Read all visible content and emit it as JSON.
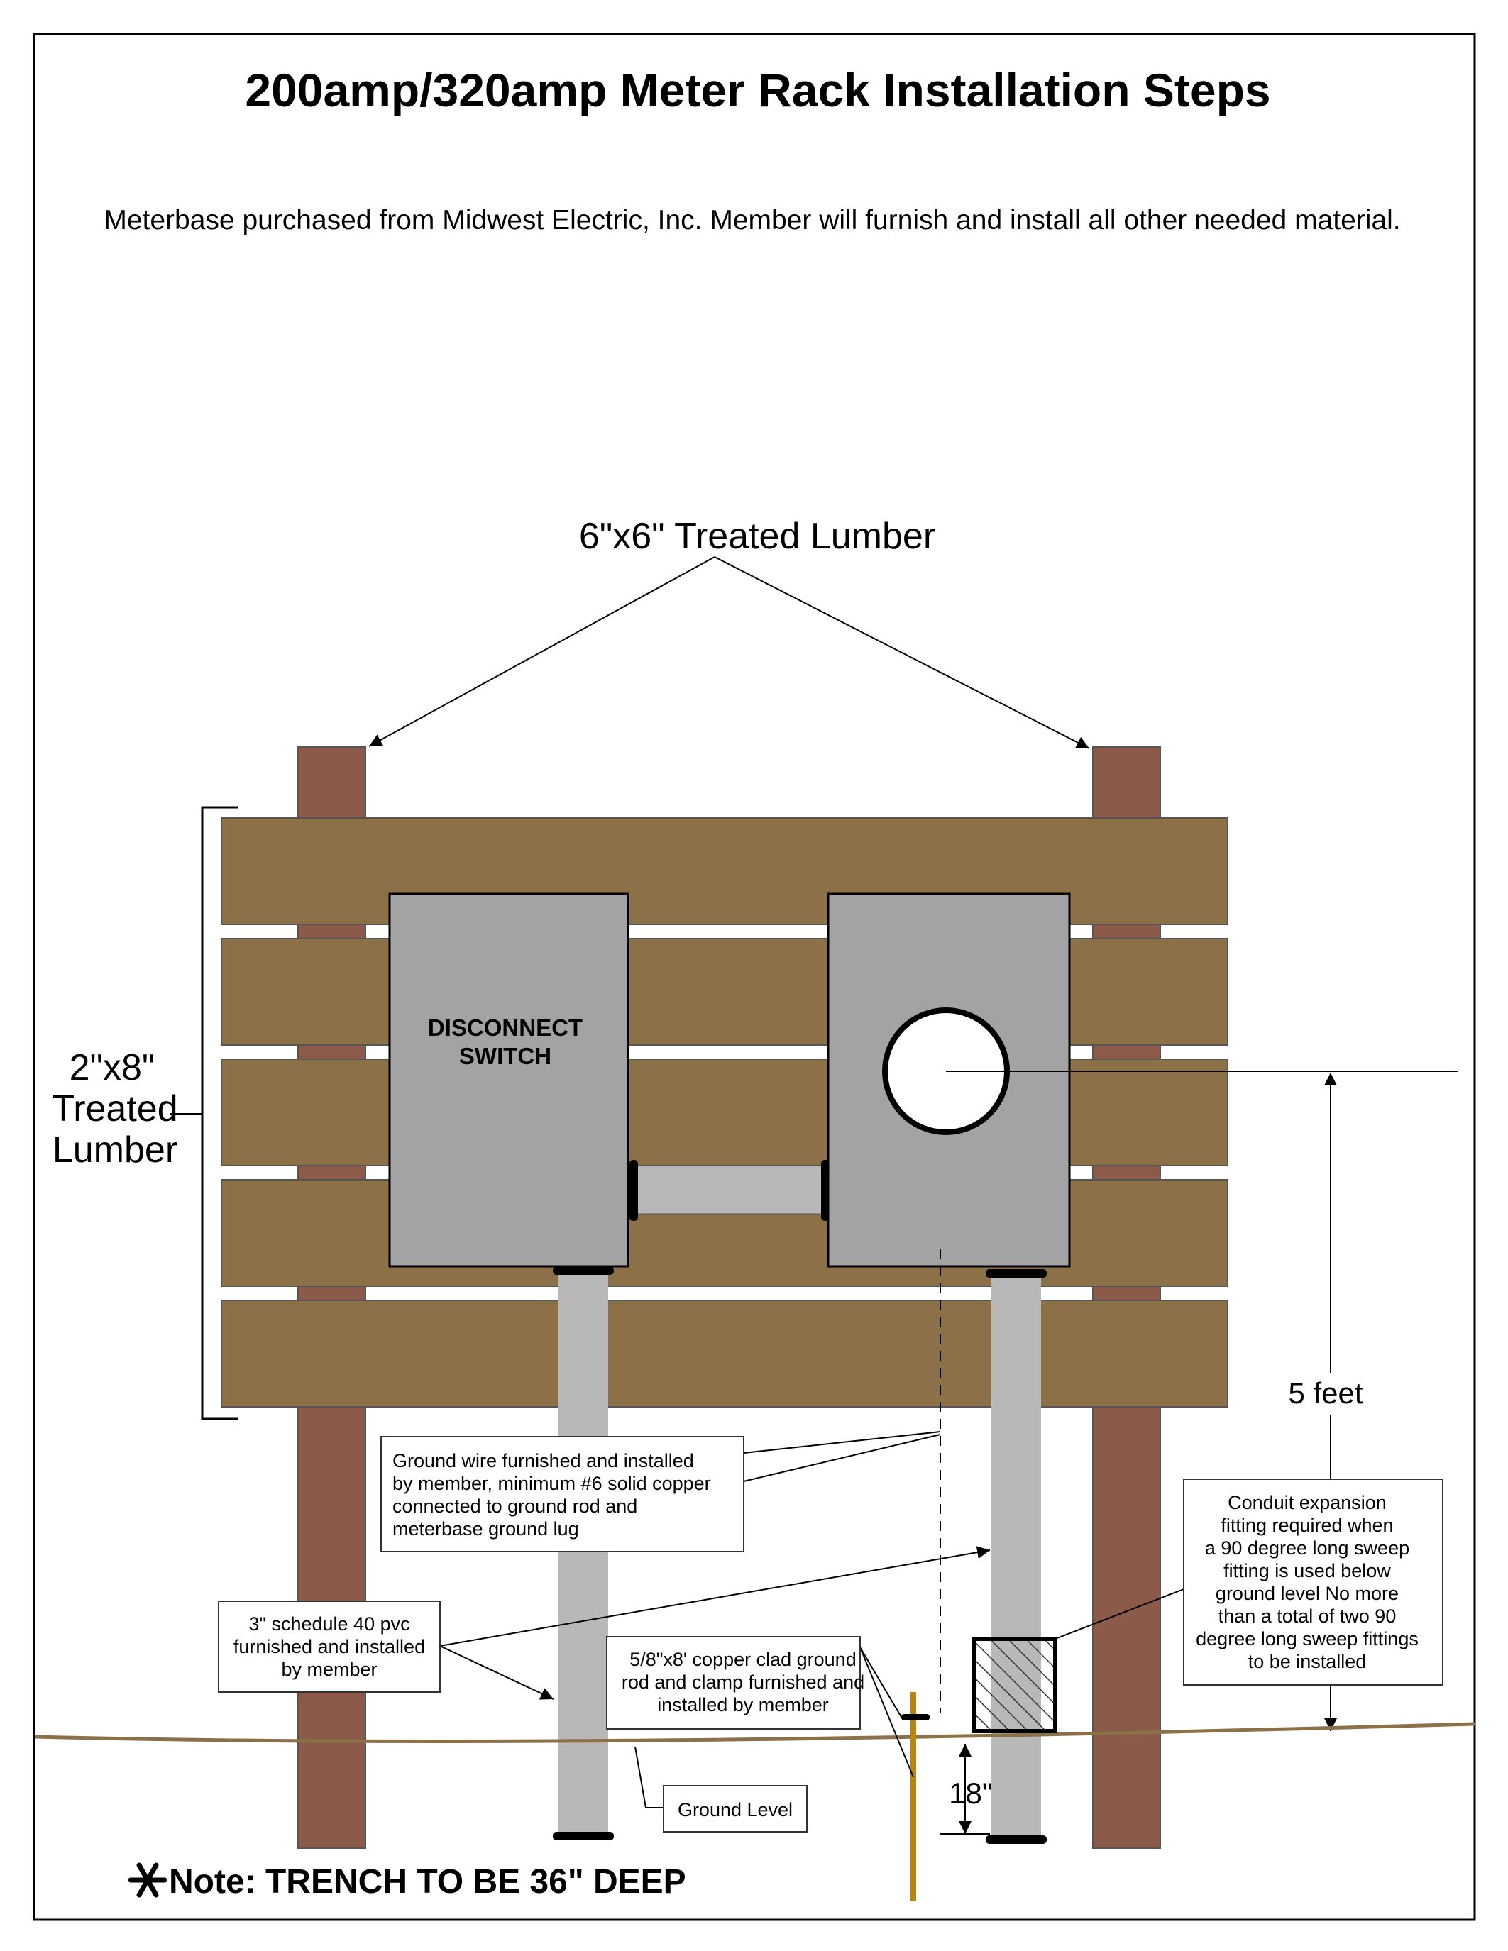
{
  "title": "200amp/320amp Meter Rack Installation Steps",
  "subtitle": "Meterbase purchased from Midwest Electric, Inc. Member will furnish and install all other needed material.",
  "labels": {
    "treated_6x6": "6\"x6\" Treated Lumber",
    "treated_2x8": [
      "2\"x8\"",
      "Treated",
      "Lumber"
    ],
    "disconnect": [
      "DISCONNECT",
      "SWITCH"
    ],
    "five_feet": "5 feet",
    "eighteen_in": "18\"",
    "ground_level": "Ground Level"
  },
  "notes": {
    "ground_wire": [
      "Ground wire furnished and installed",
      " by member, minimum #6 solid copper",
      "connected to ground rod and",
      "meterbase ground lug"
    ],
    "pvc": [
      "3\" schedule 40 pvc",
      "furnished and installed",
      "by member"
    ],
    "ground_rod": [
      "5/8\"x8' copper clad ground",
      "rod and clamp furnished and",
      "installed by member"
    ],
    "expansion": [
      "Conduit expansion",
      "fitting required when",
      "a 90 degree long sweep",
      "fitting is used below",
      "ground level No more",
      "than a total of two 90",
      "degree long sweep fittings",
      "to be installed"
    ]
  },
  "footer_note": "Note: TRENCH TO BE 36\" DEEP",
  "colors": {
    "post": "#8b5a48",
    "board": "#8b7048",
    "box": "#a3a3a3",
    "pipe": "#b8b8b8",
    "rod": "#b8860b",
    "ground_line": "#8b7048"
  }
}
